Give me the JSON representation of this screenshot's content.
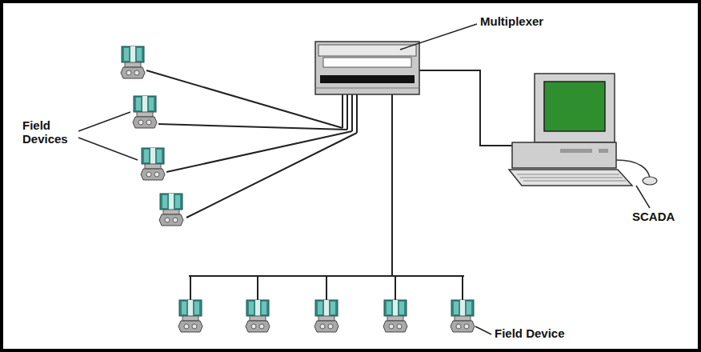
{
  "diagram": {
    "labels": [
      "Multiplexer",
      "Field Devices",
      "SCADA",
      "Field Device"
    ]
  }
}
